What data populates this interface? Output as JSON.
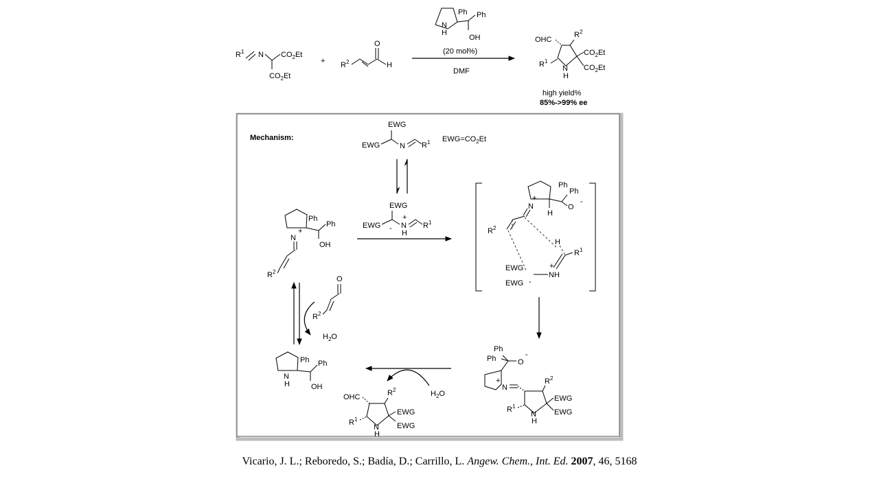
{
  "scheme": {
    "reactant1": {
      "r": "R",
      "r_sup": "1",
      "n": "N",
      "ester_top": "CO",
      "ester_top_sub": "2",
      "ester_top_end": "Et",
      "ester_bottom": "CO",
      "ester_bottom_sub": "2",
      "ester_bottom_end": "Et"
    },
    "plus": "+",
    "reactant2": {
      "r": "R",
      "r_sup": "2",
      "o": "O",
      "h": "H"
    },
    "catalyst": {
      "nh": "N",
      "nh_h": "H",
      "ph1": "Ph",
      "ph2": "Ph",
      "oh": "OH",
      "loading": "(20 mol%)"
    },
    "solvent": "DMF",
    "product": {
      "cho": "OHC",
      "r2": "R",
      "r2_sup": "2",
      "r1": "R",
      "r1_sup": "1",
      "n": "N",
      "h": "H",
      "ester1": "CO",
      "ester1_sub": "2",
      "ester1_end": "Et",
      "ester2": "CO",
      "ester2_sub": "2",
      "ester2_end": "Et"
    },
    "yield_text": "high yield%",
    "ee_text": "85%->99% ee"
  },
  "mechanism": {
    "title": "Mechanism:",
    "imine": {
      "ewg_top": "EWG",
      "ewg_left": "EWG",
      "n": "N",
      "r": "R",
      "r_sup": "1"
    },
    "ewg_definition": {
      "text": "EWG=CO",
      "sub": "2",
      "end": "Et"
    },
    "ylide": {
      "ewg_top": "EWG",
      "ewg_left": "EWG",
      "minus": "-",
      "n": "N",
      "plus": "+",
      "h": "H",
      "r": "R",
      "r_sup": "1"
    },
    "iminium": {
      "n": "N",
      "plus": "+",
      "ph1": "Ph",
      "ph2": "Ph",
      "oh": "OH",
      "r": "R",
      "r_sup": "2"
    },
    "aldehyde": {
      "o": "O",
      "r": "R",
      "r_sup": "2"
    },
    "water1": {
      "h": "H",
      "sub": "2",
      "o": "O"
    },
    "catalyst2": {
      "n": "N",
      "h": "H",
      "ph1": "Ph",
      "ph2": "Ph",
      "oh": "OH"
    },
    "ts": {
      "n": "N",
      "plus": "+",
      "h": "H",
      "ph1": "Ph",
      "ph2": "Ph",
      "o": "O",
      "minus": "-",
      "r2": "R",
      "r2_sup": "2",
      "h_transfer": "H",
      "r1": "R",
      "r1_sup": "1",
      "nh": "NH",
      "nh_plus": "+",
      "ewg1": "EWG",
      "ewg2": "EWG",
      "ewg_minus": "-"
    },
    "adduct": {
      "ph1": "Ph",
      "ph2": "Ph",
      "o": "O",
      "minus": "-",
      "n": "N",
      "plus": "+",
      "r2": "R",
      "r2_sup": "2",
      "r1": "R",
      "r1_sup": "1",
      "nh_n": "N",
      "nh_h": "H",
      "ewg1": "EWG",
      "ewg2": "EWG"
    },
    "water2": {
      "h": "H",
      "sub": "2",
      "o": "O"
    },
    "final_product": {
      "cho": "OHC",
      "r2": "R",
      "r2_sup": "2",
      "r1": "R",
      "r1_sup": "1",
      "n": "N",
      "h": "H",
      "ewg1": "EWG",
      "ewg2": "EWG"
    }
  },
  "citation": {
    "authors": "Vicario, J. L.; Reboredo, S.; Badía, D.; Carrillo, L. ",
    "journal": "Angew. Chem., Int. Ed.",
    "year": "2007",
    "rest": ", 46, 5168"
  }
}
